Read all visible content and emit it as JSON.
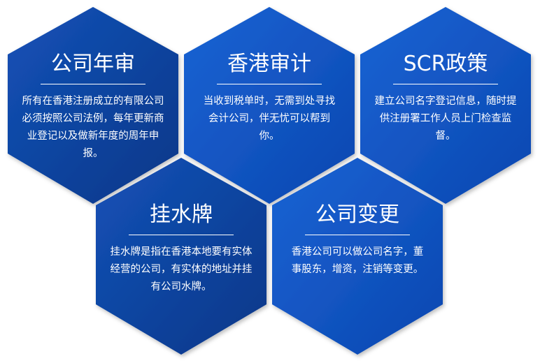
{
  "colors": {
    "background": "#ffffff",
    "hex_bright": "#0f57c7",
    "hex_dark": "#0d3f9a",
    "text": "#ffffff"
  },
  "hexagons": [
    {
      "title": "公司年审",
      "body": "所有在香港注册成立的有限公司必须按照公司法例，每年更新商业登记以及做新年度的周年申报。"
    },
    {
      "title": "香港审计",
      "body": "当收到税单时，无需到处寻找会计公司，伴无忧可以帮到你。"
    },
    {
      "title": "SCR政策",
      "body": "建立公司名字登记信息，随时提供注册署工作人员上门检查监督。"
    },
    {
      "title": "挂水牌",
      "body": "挂水牌是指在香港本地要有实体经营的公司，有实体的地址并挂有公司水牌。"
    },
    {
      "title": "公司变更",
      "body": "香港公司可以做公司名字，董事股东，增资，注销等变更。"
    }
  ]
}
